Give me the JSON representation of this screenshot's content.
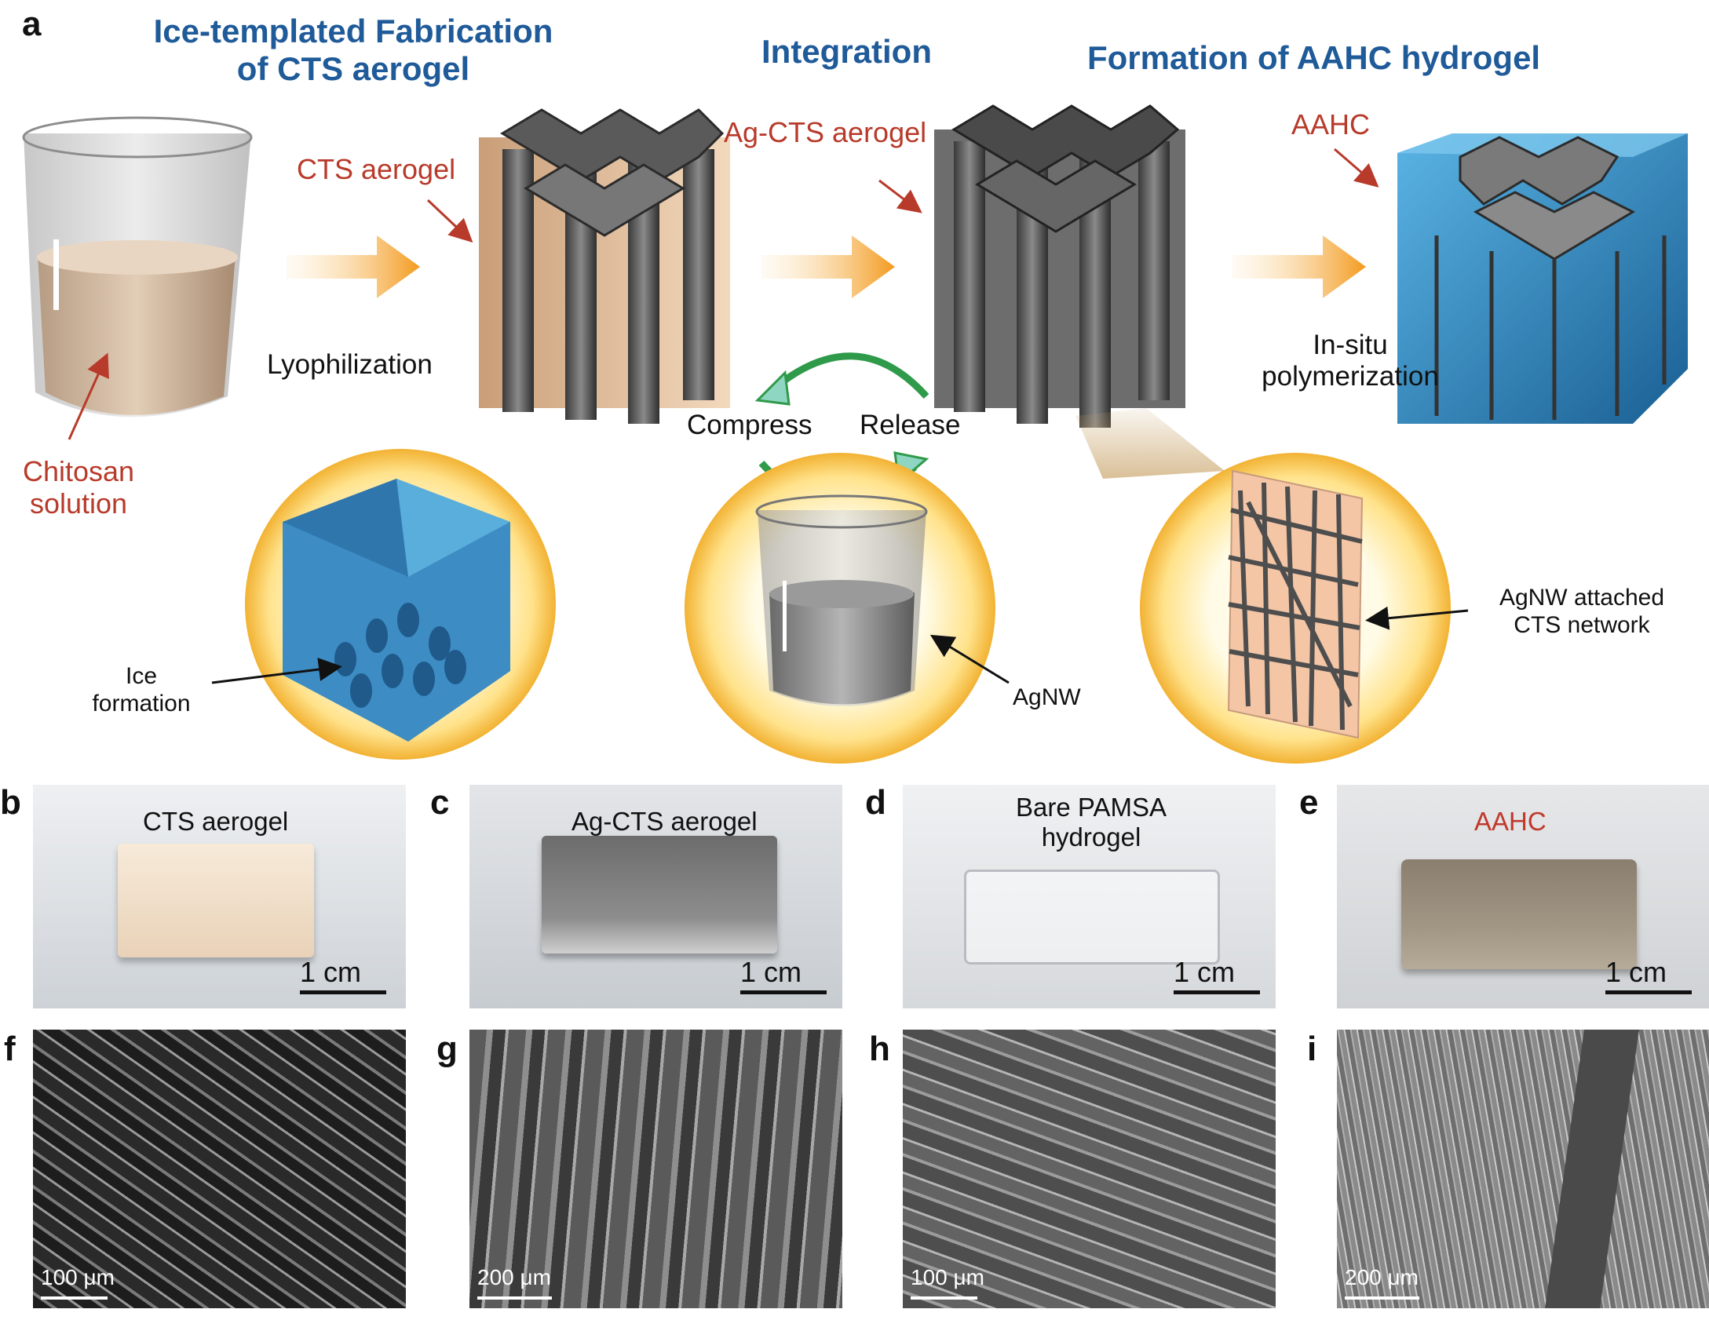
{
  "panel_a": {
    "label": "a",
    "titles": {
      "step1": "Ice-templated Fabrication of CTS aerogel",
      "step2": "Integration",
      "step3": "Formation of AAHC hydrogel"
    },
    "labels": {
      "cts_aerogel": "CTS aerogel",
      "ag_cts_aerogel": "Ag-CTS aerogel",
      "aahc": "AAHC",
      "chitosan_solution": "Chitosan solution",
      "lyophilization": "Lyophilization",
      "compress": "Compress",
      "release": "Release",
      "in_situ_polymerization": "In-situ polymerization",
      "ice_formation": "Ice formation",
      "agnw": "AgNW",
      "agnw_network": "AgNW attached CTS network"
    }
  },
  "photos": [
    {
      "label": "b",
      "caption": "CTS aerogel",
      "scale": "1 cm",
      "caption_color": "#111111"
    },
    {
      "label": "c",
      "caption": "Ag-CTS aerogel",
      "scale": "1 cm",
      "caption_color": "#111111"
    },
    {
      "label": "d",
      "caption": "Bare PAMSA hydrogel",
      "scale": "1 cm",
      "caption_color": "#111111"
    },
    {
      "label": "e",
      "caption": "AAHC",
      "scale": "1 cm",
      "caption_color": "#c0392b"
    }
  ],
  "sem": [
    {
      "label": "f",
      "scale": "100 μm"
    },
    {
      "label": "g",
      "scale": "200 μm"
    },
    {
      "label": "h",
      "scale": "100 μm"
    },
    {
      "label": "i",
      "scale": "200 μm"
    }
  ],
  "colors": {
    "title_blue": "#1f5a99",
    "label_red": "#b83a2a",
    "arrow_orange": "#f39a1e",
    "cycle_green": "#2f9a4a",
    "hydrogel_blue": "#2b7fb8",
    "aerogel_tan": "#e9c6a2"
  }
}
